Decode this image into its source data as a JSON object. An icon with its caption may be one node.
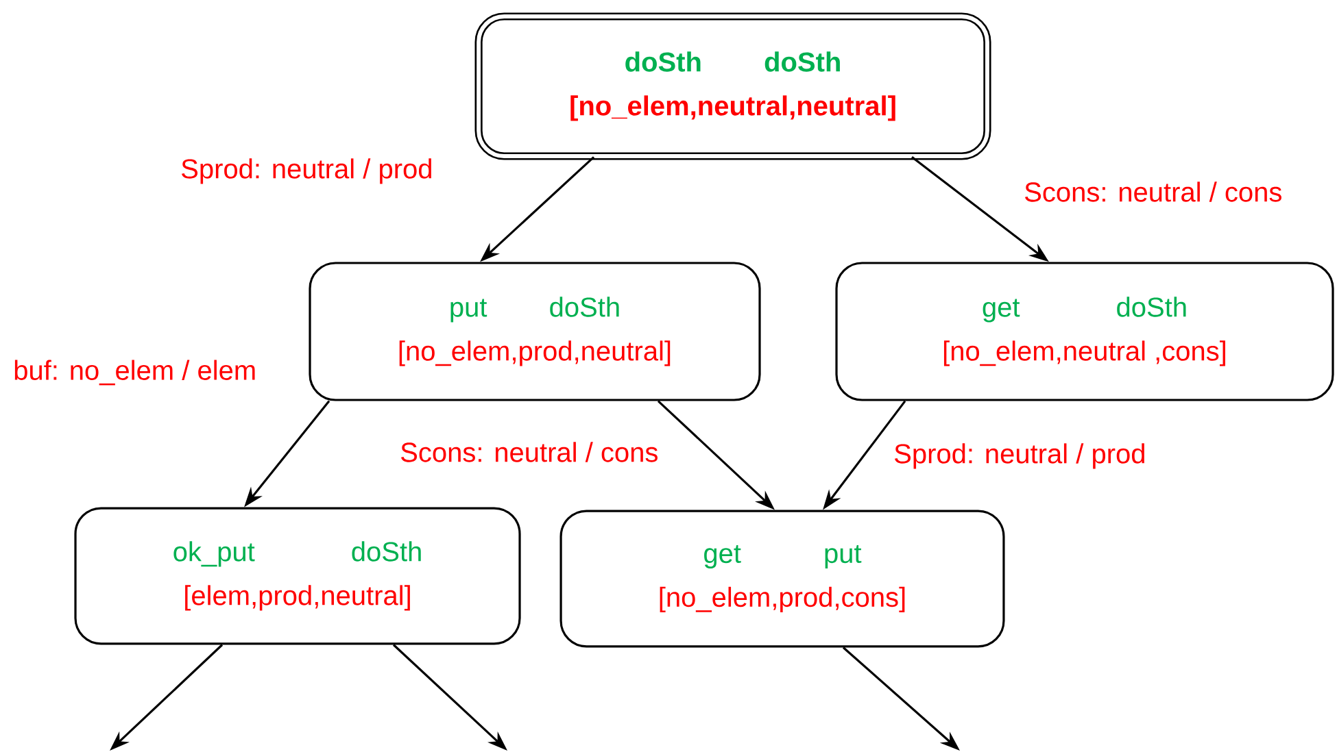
{
  "diagram": {
    "nodes": [
      {
        "text": [
          "doSth",
          "doSth",
          "[no_elem,neutral,neutral]"
        ]
      },
      {
        "text": [
          "put",
          "doSth",
          "[no_elem,prod,neutral]"
        ]
      },
      {
        "text": [
          "get",
          "doSth",
          "[no_elem,neutral ,cons]"
        ]
      },
      {
        "text": [
          "ok_put",
          "doSth",
          "[elem,prod,neutral]"
        ]
      },
      {
        "text": [
          "get",
          "put",
          "[no_elem,prod,cons]"
        ]
      }
    ],
    "edges": [
      {
        "from": 0,
        "to": 1,
        "arrow": "to",
        "label": "Sprod: neutral / prod"
      },
      {
        "from": 0,
        "to": 2,
        "arrow": "to",
        "label": "Scons: neutral / cons"
      },
      {
        "from": 1,
        "to": 3,
        "arrow": "to",
        "label": "buf: no_elem / elem"
      },
      {
        "from": 1,
        "to": 4,
        "arrow": "to",
        "label": "Scons: neutral / cons"
      },
      {
        "from": 2,
        "to": 4,
        "arrow": "to",
        "label": "Sprod: neutral / prod"
      },
      {
        "from": 3,
        "to": null,
        "arrow": "to"
      },
      {
        "from": 3,
        "to": null,
        "arrow": "to"
      },
      {
        "from": 4,
        "to": null,
        "arrow": "to"
      }
    ]
  }
}
